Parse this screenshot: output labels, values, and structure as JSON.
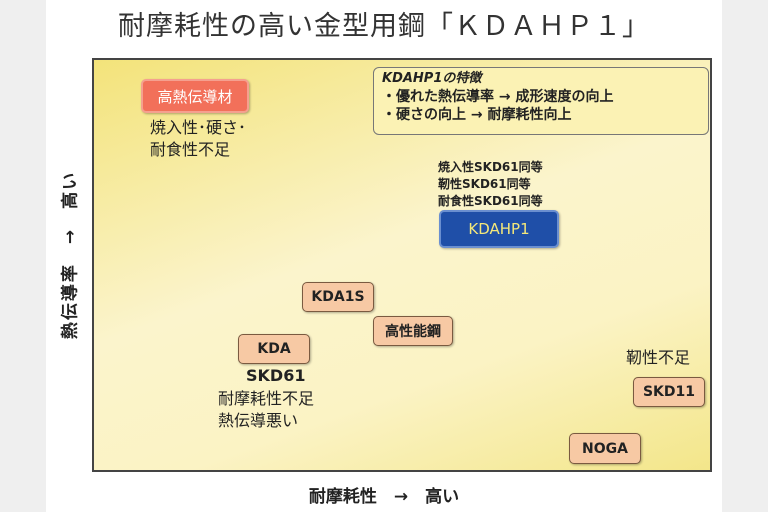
{
  "title": "耐摩耗性の高い金型用鋼「ＫＤＡＨＰ１」",
  "axes": {
    "y_label": "熱伝導率　→　高い",
    "x_label": "耐摩耗性　→　高い"
  },
  "features": {
    "heading": "KDAHP1の特徴",
    "items": [
      "・優れた熱伝導率 → 成形速度の向上",
      "・硬さの向上 → 耐摩耗性向上"
    ]
  },
  "materials": {
    "high_conductivity": {
      "label": "高熱伝導材",
      "notes": [
        "焼入性･硬さ･",
        "耐食性不足"
      ],
      "color": "#f2705a"
    },
    "kdahp1": {
      "label": "KDAHP1",
      "notes": [
        "焼入性SKD61同等",
        "靭性SKD61同等",
        "耐食性SKD61同等"
      ],
      "color": "#1f4fa8",
      "text_color": "#f4e87a"
    },
    "kda1s": {
      "label": "KDA1S"
    },
    "high_perf": {
      "label": "高性能鋼"
    },
    "kda": {
      "label": "KDA"
    },
    "skd61": {
      "label": "SKD61",
      "notes": [
        "耐摩耗性不足",
        "熱伝導悪い"
      ]
    },
    "skd11": {
      "label": "SKD11",
      "note": "靭性不足"
    },
    "noga": {
      "label": "NOGA"
    }
  },
  "colors": {
    "panel_border": "#444444",
    "box_fill": "#f7c9a4"
  }
}
